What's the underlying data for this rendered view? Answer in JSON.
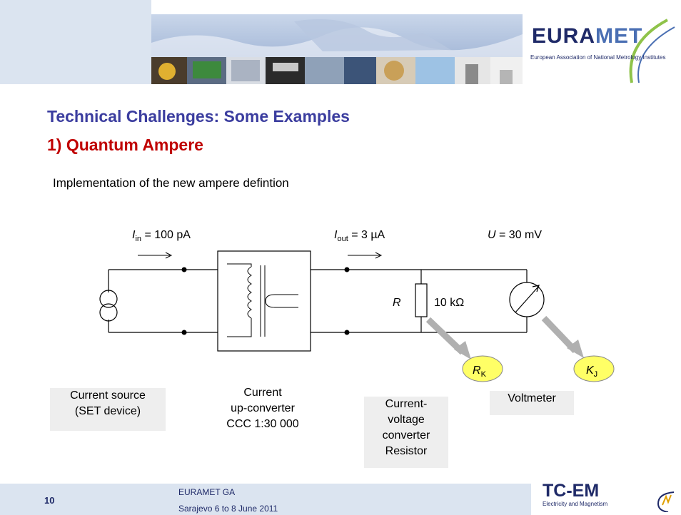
{
  "header": {
    "logo_text": "EURAMET",
    "logo_subtitle": "European Association of National Metrology Institutes"
  },
  "slide": {
    "title_line1": "Technical Challenges: Some Examples",
    "title_line2": "1) Quantum Ampere",
    "subtitle": "Implementation of the new ampere defintion"
  },
  "circuit": {
    "i_in_symbol": "I",
    "i_in_sub": "in",
    "i_in_value": " = 100 pA",
    "i_out_symbol": "I",
    "i_out_sub": "out",
    "i_out_value": " = 3 µA",
    "u_symbol": "U",
    "u_value": " = 30 mV",
    "resistor_symbol": "R",
    "resistor_value": "10 kΩ",
    "rk_symbol": "R",
    "rk_sub": "K",
    "kj_symbol": "K",
    "kj_sub": "J"
  },
  "labels": {
    "source_line1": "Current source",
    "source_line2": "(SET device)",
    "converter_line1": "Current",
    "converter_line2": "up-converter",
    "converter_line3": "CCC 1:30 000",
    "cvc_line1": "Current-",
    "cvc_line2": "voltage",
    "cvc_line3": "converter",
    "cvc_line4": "Resistor",
    "voltmeter": "Voltmeter"
  },
  "footer": {
    "page_number": "10",
    "event_line1": "EURAMET GA",
    "event_line2": "Sarajevo 6 to 8 June 2011",
    "tc_logo": "TC-EM",
    "tc_subtitle": "Electricity and Magnetism"
  },
  "colors": {
    "title_blue": "#3b3d9f",
    "title_red": "#c00000",
    "panel_blue": "#dbe4f0",
    "bubble_yellow": "#ffff66",
    "arrow_gray": "#b0b0b0"
  }
}
